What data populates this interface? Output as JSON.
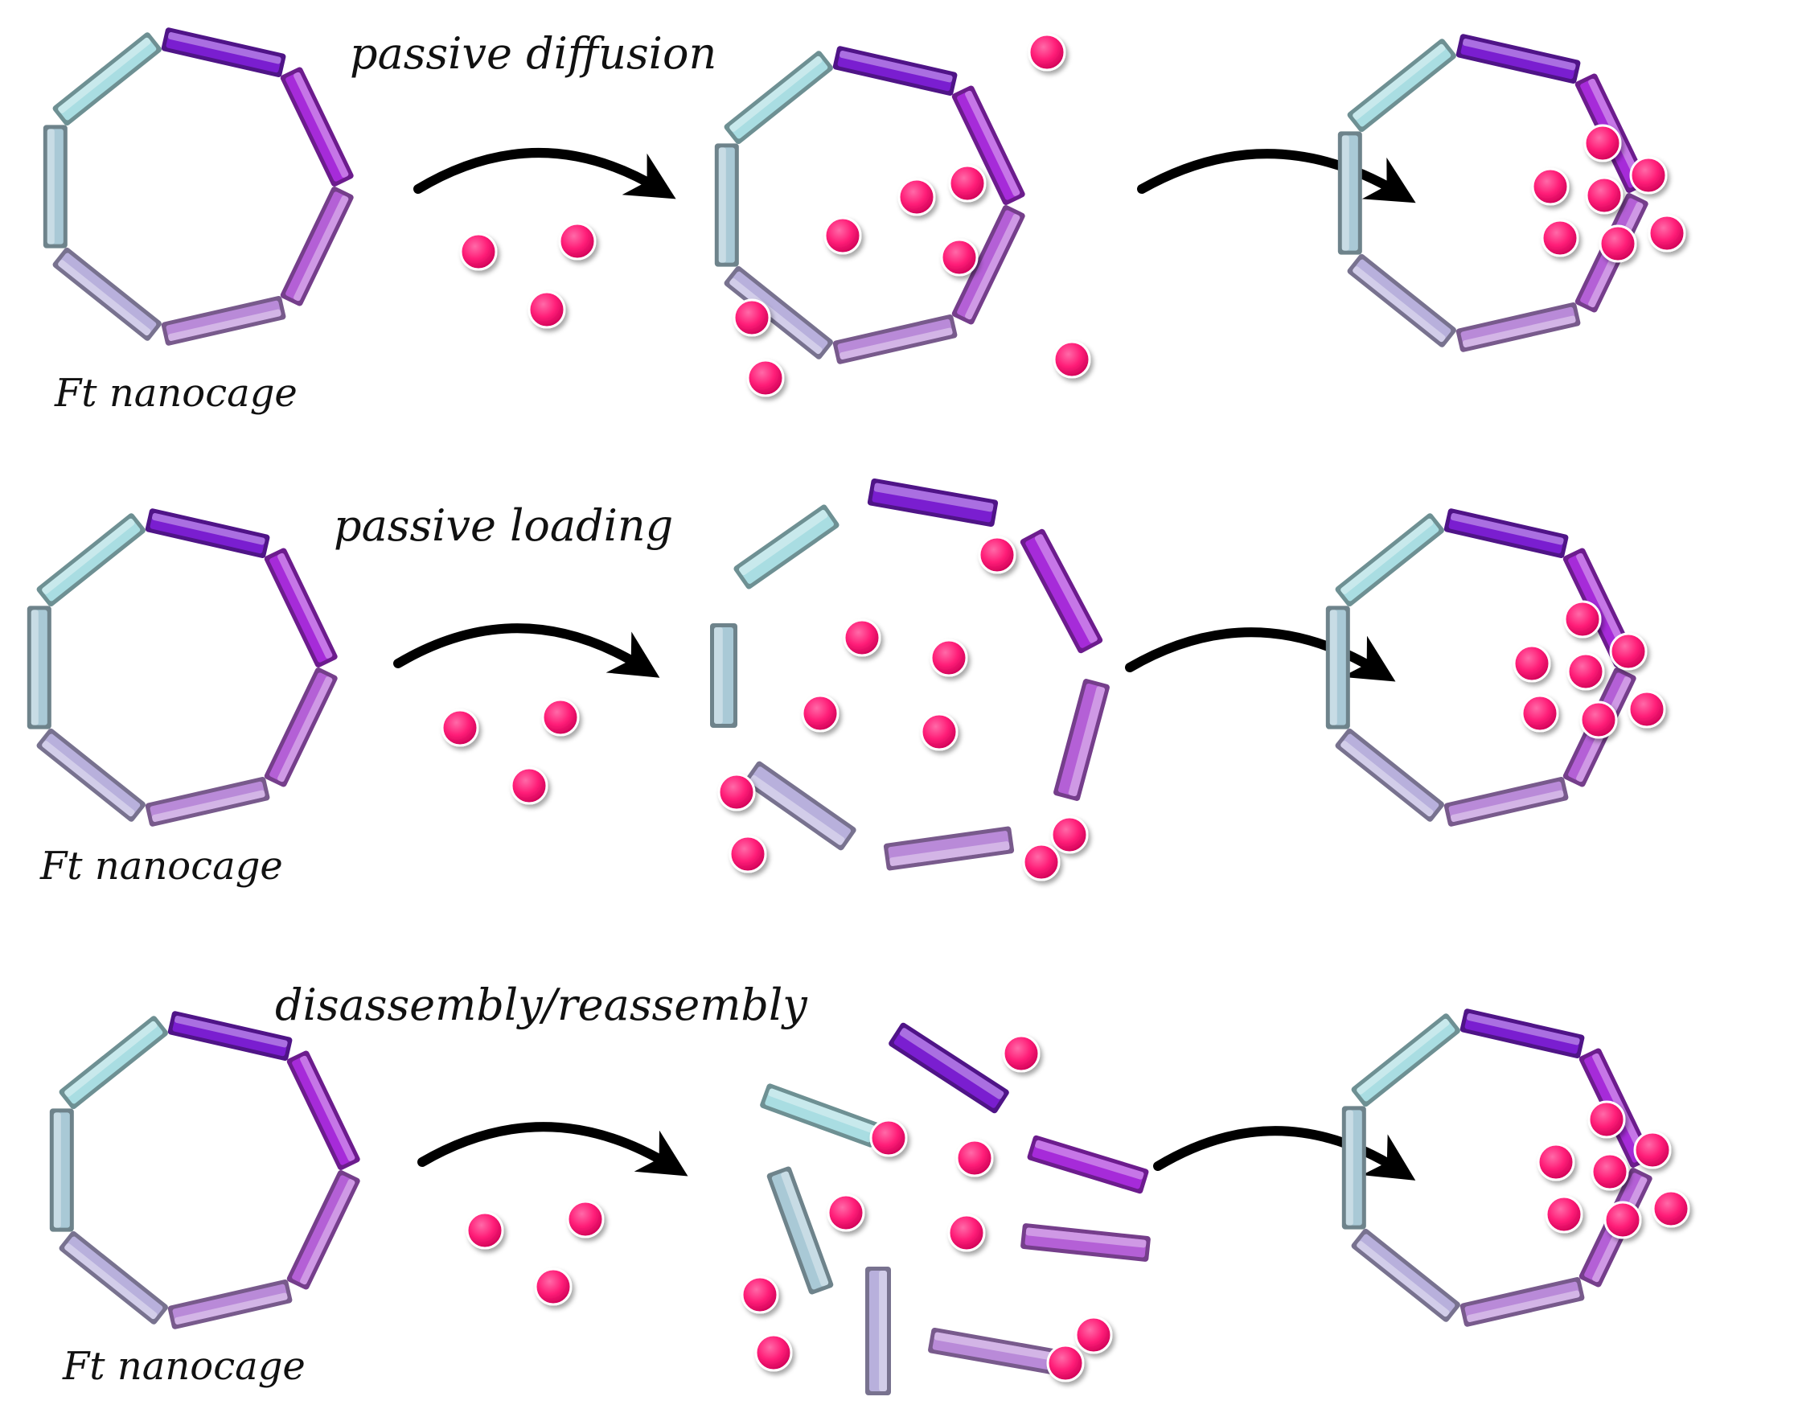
{
  "rows": [
    {
      "method": "passive diffusion",
      "cage_label": "Ft nanocage"
    },
    {
      "method": "passive loading",
      "cage_label": "Ft nanocage"
    },
    {
      "method": "disassembly/reassembly",
      "cage_label": "Ft nanocage"
    }
  ],
  "colors": {
    "segment_teal": "#a9dde2",
    "segment_steel": "#a9c9d6",
    "segment_lavender": "#b8b0dc",
    "segment_violet": "#7a1ed0",
    "segment_magenta": "#a62bd9",
    "segment_orchid": "#b460d6",
    "segment_mauve": "#b98ad8",
    "cargo": "#ff1e78",
    "arrow": "#000000"
  }
}
